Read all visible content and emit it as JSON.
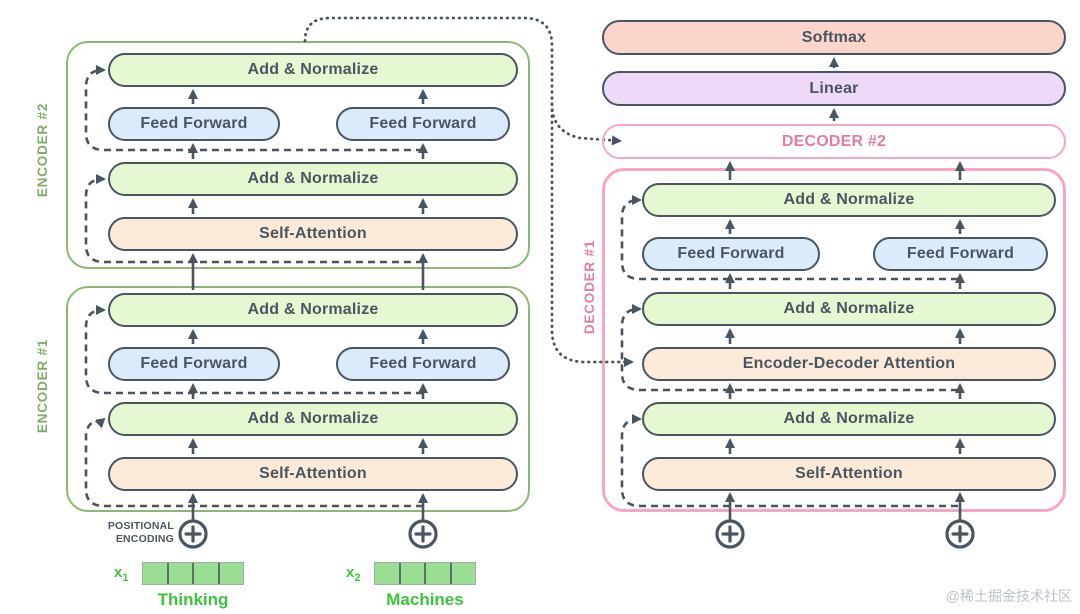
{
  "watermark": "@稀土掘金技术社区",
  "colors": {
    "outline": "#4a5562",
    "encoder_accent": "#8bb974",
    "decoder_accent": "#f9a6c5",
    "decoder_label_text": "#e57ca4",
    "add_normalize_fill": "#e6f8d1",
    "feed_forward_fill": "#dcebfa",
    "attention_fill": "#fcead9",
    "softmax_fill": "#fbd4cb",
    "linear_fill": "#eedaf8",
    "input_green": "#3ec53e",
    "vector_cell_fill": "#9ade93"
  },
  "output_stack": {
    "softmax": "Softmax",
    "linear": "Linear",
    "decoder2": "DECODER #2"
  },
  "encoder2": {
    "label": "ENCODER #2",
    "add_norm_top": "Add & Normalize",
    "ff_left": "Feed Forward",
    "ff_right": "Feed Forward",
    "add_norm_mid": "Add & Normalize",
    "self_attention": "Self-Attention"
  },
  "encoder1": {
    "label": "ENCODER #1",
    "add_norm_top": "Add & Normalize",
    "ff_left": "Feed Forward",
    "ff_right": "Feed Forward",
    "add_norm_mid": "Add & Normalize",
    "self_attention": "Self-Attention"
  },
  "decoder1": {
    "label": "DECODER #1",
    "add_norm_top": "Add & Normalize",
    "ff_left": "Feed Forward",
    "ff_right": "Feed Forward",
    "add_norm_mid": "Add & Normalize",
    "enc_dec_attention": "Encoder-Decoder Attention",
    "add_norm_bottom": "Add & Normalize",
    "self_attention": "Self-Attention"
  },
  "positional_encoding": {
    "line1": "POSITIONAL",
    "line2": "ENCODING"
  },
  "inputs": [
    {
      "symbol": "x",
      "subscript": "1",
      "word": "Thinking",
      "cells": 4
    },
    {
      "symbol": "x",
      "subscript": "2",
      "word": "Machines",
      "cells": 4
    }
  ]
}
